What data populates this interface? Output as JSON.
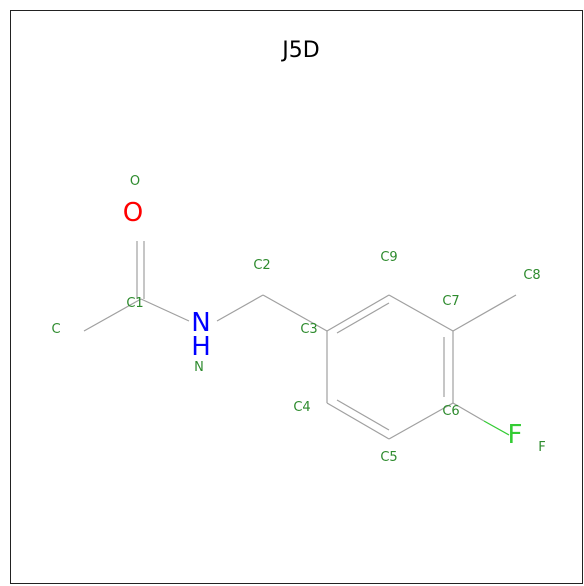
{
  "title": "J5D",
  "colors": {
    "bond": "#a0a0a0",
    "carbon_label": "#2e8b2e",
    "oxygen": "#ff0000",
    "nitrogen": "#0000ff",
    "fluorine": "#33cc33",
    "frame": "#222222"
  },
  "elements": {
    "oxygen": "O",
    "nitrogen": "N",
    "hydrogen": "H",
    "fluorine": "F"
  },
  "atom_names": {
    "O": "O",
    "C": "C",
    "C1": "C1",
    "N": "N",
    "C2": "C2",
    "C3": "C3",
    "C4": "C4",
    "C5": "C5",
    "C6": "C6",
    "C7": "C7",
    "C8": "C8",
    "C9": "C9",
    "F": "F"
  }
}
